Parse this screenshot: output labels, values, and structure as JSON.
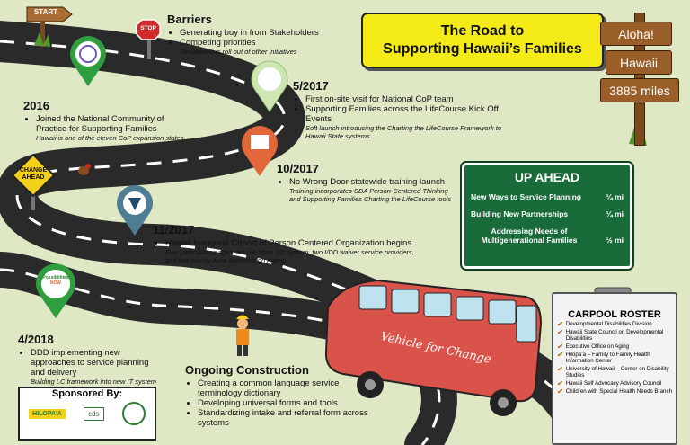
{
  "title": {
    "line1": "The Road to",
    "line2": "Supporting Hawaii’s Families"
  },
  "start_sign": "START",
  "stop_sign": "STOP",
  "change_sign": {
    "line1": "CHANGE",
    "line2": "AHEAD"
  },
  "signpost": {
    "aloha": "Aloha!",
    "hawaii": "Hawaii",
    "miles": "3885 miles"
  },
  "barriers": {
    "heading": "Barriers",
    "items": [
      "Generating buy in from Stakeholders",
      "Competing priorities"
    ],
    "note": "Simultaneous roll out of other initiatives"
  },
  "y2016": {
    "heading": "2016",
    "item": "Joined the National Community of Practice for Supporting Families",
    "note": "Hawaii is one of the eleven  CoP expansion states"
  },
  "may2017": {
    "heading": "5/2017",
    "items": [
      "First on-site visit for National CoP team",
      "Supporting Families across the LifeCourse Kick Off Events"
    ],
    "note": "Soft launch introducing the Charting the LifeCourse Framework to Hawaii State systems"
  },
  "oct2017": {
    "heading": "10/2017",
    "item": "No Wrong Door statewide training launch",
    "note": "Training incorporates SDA Person-Centered Thinking and Supporting Families Charting the LifeCourse tools"
  },
  "nov2017": {
    "heading": "11/2017",
    "item": "Hawaii Inaugural Cohort of Person Centered Organization begins",
    "note": "Five participating agencies (HI State DD system, two I/DD waiver service providers, and two county Area Agencies on Aging)"
  },
  "apr2018": {
    "heading": "4/2018",
    "item": "DDD implementing new approaches to service planning and delivery",
    "note": "Building LC framework into new IT system"
  },
  "construction": {
    "heading": "Ongoing Construction",
    "items": [
      "Creating a common language service terminology dictionary",
      "Developing universal forms and tools",
      "Standardizing intake and referral form across systems"
    ]
  },
  "up_ahead": {
    "title": "UP AHEAD",
    "rows": [
      {
        "label": "New Ways to Service Planning",
        "dist": "¼ mi"
      },
      {
        "label": "Building New Partnerships",
        "dist": "¼ mi"
      },
      {
        "label": "Addressing Needs of Multigenerational Families",
        "dist": "½ mi"
      }
    ]
  },
  "bus_text": "Vehicle for Change",
  "possibilities_logo": {
    "line1": "Possibilities",
    "line2": "NOW"
  },
  "sponsored": {
    "title": "Sponsored By:",
    "logo1": "HILOPA'A",
    "logo2": "cds"
  },
  "roster": {
    "title": "CARPOOL ROSTER",
    "items": [
      "Developmental Disabilities Division",
      "Hawaii State Council on Developmental Disabilities",
      "Executive Office on Aging",
      "Hilopa’a – Family to Family Health Information Center",
      "University of Hawaii – Center on Disability Studies",
      "Hawaii Self Advocacy Advisory Council",
      "Children with Special Health Needs Branch"
    ]
  },
  "colors": {
    "road": "#2a2a2a",
    "title_bg": "#f3ea17",
    "sign_green": "#1a6b3a",
    "bus_red": "#d9534a",
    "pin_green": "#2e9e3e",
    "pin_orange": "#e2673a",
    "pin_steel": "#4f7d93",
    "bg": "#dfe8c5"
  }
}
